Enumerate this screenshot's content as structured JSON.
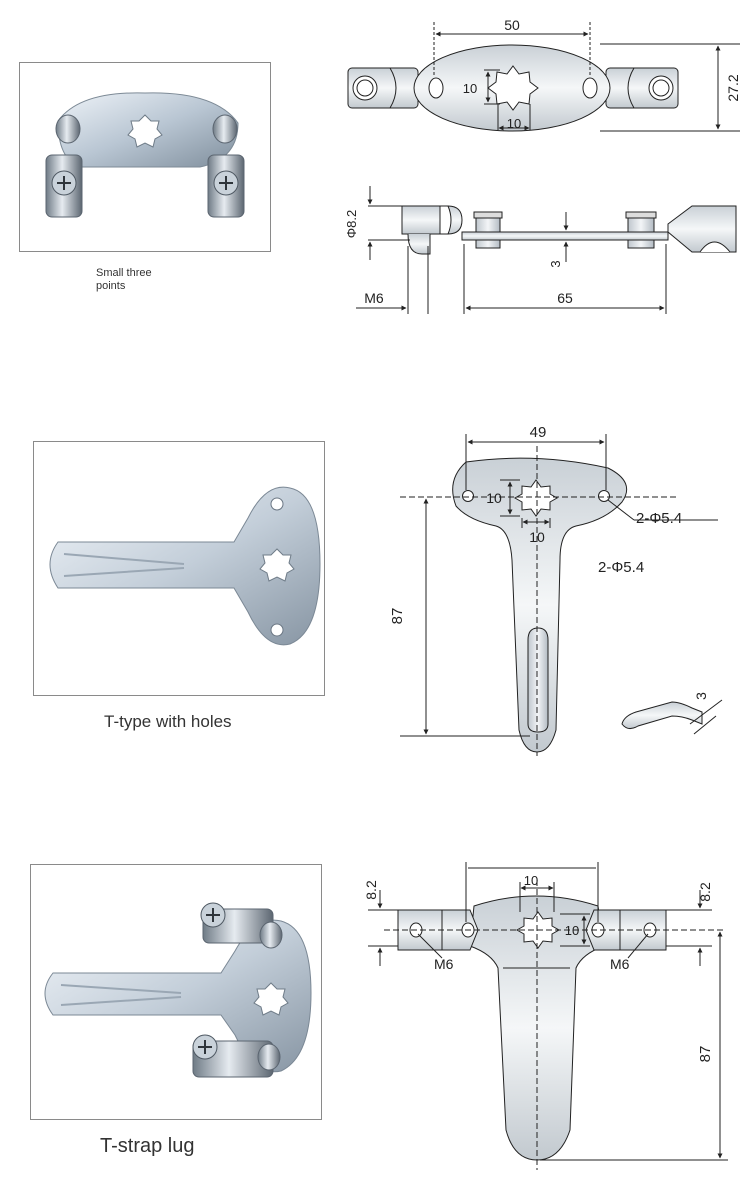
{
  "sections": [
    {
      "caption": "Small three points",
      "dims": {
        "width": "50",
        "height": "27.2",
        "square_w": "10",
        "square_h": "10",
        "lug_dia": "Φ8.2",
        "thickness": "3",
        "thread": "M6",
        "length": "65"
      }
    },
    {
      "caption": "T-type with holes",
      "dims": {
        "width": "49",
        "hole_w": "10",
        "hole_h": "10",
        "holes_a": "2-Φ5.4",
        "holes_b": "2-Φ5.4",
        "height": "87",
        "thickness": "3"
      }
    },
    {
      "caption": "T-strap lug",
      "dims": {
        "lug_h_left": "8.2",
        "lug_h_right": "8.2",
        "hole_w": "10",
        "hole_h": "10",
        "thread_left": "M6",
        "thread_right": "M6",
        "height": "87"
      }
    }
  ],
  "colors": {
    "line": "#222222",
    "frame": "#8a8a8a",
    "metal": "#dfe3e8"
  }
}
